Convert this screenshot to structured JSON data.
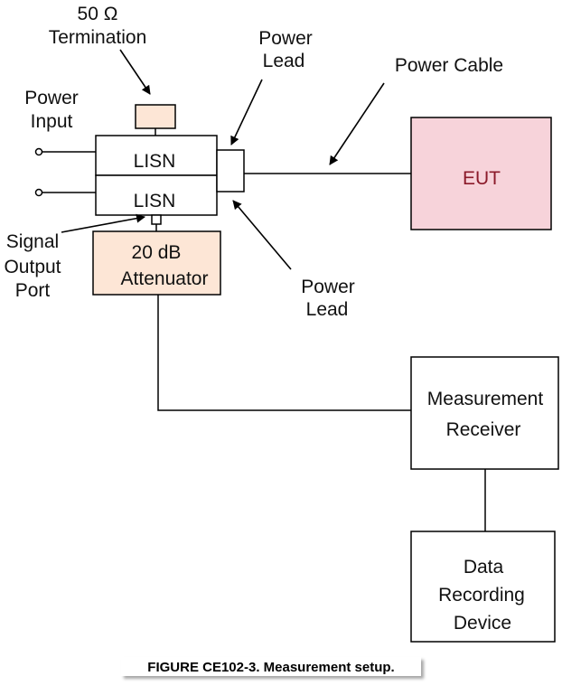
{
  "labels": {
    "termination_line1": "50 Ω",
    "termination_line2": "Termination",
    "power_lead_top_line1": "Power",
    "power_lead_top_line2": "Lead",
    "power_cable": "Power Cable",
    "power_input_line1": "Power",
    "power_input_line2": "Input",
    "signal_port_line1": "Signal",
    "signal_port_line2": "Output",
    "signal_port_line3": "Port",
    "power_lead_bottom_line1": "Power",
    "power_lead_bottom_line2": "Lead"
  },
  "blocks": {
    "lisn_top": "LISN",
    "lisn_bottom": "LISN",
    "attenuator_line1": "20 dB",
    "attenuator_line2": "Attenuator",
    "eut": "EUT",
    "receiver_line1": "Measurement",
    "receiver_line2": "Receiver",
    "recorder_line1": "Data",
    "recorder_line2": "Recording",
    "recorder_line3": "Device"
  },
  "caption": "FIGURE CE102-3.  Measurement setup.",
  "colors": {
    "termination_fill": "#fde6d6",
    "attenuator_fill": "#fde6d6",
    "eut_fill": "#f7d3da",
    "eut_text": "#8b1a2a"
  }
}
